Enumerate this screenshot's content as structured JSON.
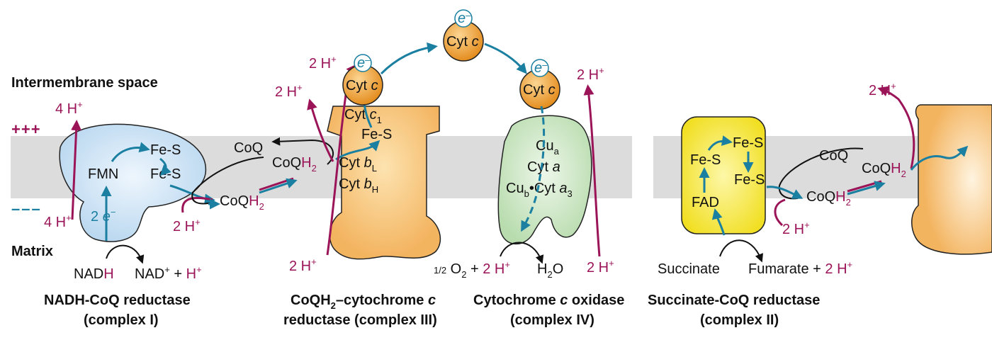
{
  "regions": {
    "intermembrane": "Intermembrane space",
    "matrix": "Matrix",
    "plus": "+++",
    "minus": "–––"
  },
  "complex1": {
    "title": "NADH-CoQ reductase",
    "subtitle": "(complex I)",
    "fmn": "FMN",
    "fes1": "Fe-S",
    "fes2": "Fe-S",
    "electrons_num": "2",
    "electrons_e": "e",
    "proton_top": "4 H+",
    "proton_bottom": "4 H+",
    "nadh_a": "NAD",
    "nadh_b": "H",
    "nad_plus": "NAD+ + H+",
    "coq": "CoQ",
    "coqh2": "CoQH2",
    "proton_small": "2 H+"
  },
  "complex3": {
    "title": "CoQH2–cytochrome c",
    "subtitle": "reductase (complex III)",
    "cyt_c1": "Cyt c1",
    "fes": "Fe-S",
    "cyt_bl": "Cyt bL",
    "cyt_bh": "Cyt bH",
    "coqh2": "CoQH2",
    "proton_top_left": "2 H+",
    "proton_top": "2 H+",
    "proton_bottom": "2 H+"
  },
  "cytc": {
    "label": "Cyt c",
    "electron": "e–"
  },
  "complex4": {
    "title": "Cytochrome c oxidase",
    "subtitle": "(complex IV)",
    "cua": "Cua",
    "cyta": "Cyt a",
    "cub_cyta3": "Cub•Cyt a3",
    "reaction_left": "1/2 O2 +",
    "reaction_h": "2 H+",
    "reaction_right": "H2O",
    "proton_top": "2 H+",
    "proton_bottom": "2 H+"
  },
  "complex2": {
    "title": "Succinate-CoQ reductase",
    "subtitle": "(complex II)",
    "fes1": "Fe-S",
    "fes2": "Fe-S",
    "fes3": "Fe-S",
    "fad": "FAD",
    "succinate": "Succinate",
    "fumarate": "Fumarate +",
    "fumarate_h": "2 H+",
    "coq": "CoQ",
    "coqh2_left": "CoQH2",
    "coqh2_right": "CoQH2",
    "proton_side": "2 H+",
    "proton_top": "2 H+"
  },
  "colors": {
    "membrane": "#dcdcdc",
    "complex1": "#cfe4f5",
    "complex3": "#f6c680",
    "complex4": "#cfe8c8",
    "complex2": "#f8e83c",
    "cytc": "#f0a43c",
    "proton": "#9b1458",
    "electron": "#1a7fa0"
  }
}
